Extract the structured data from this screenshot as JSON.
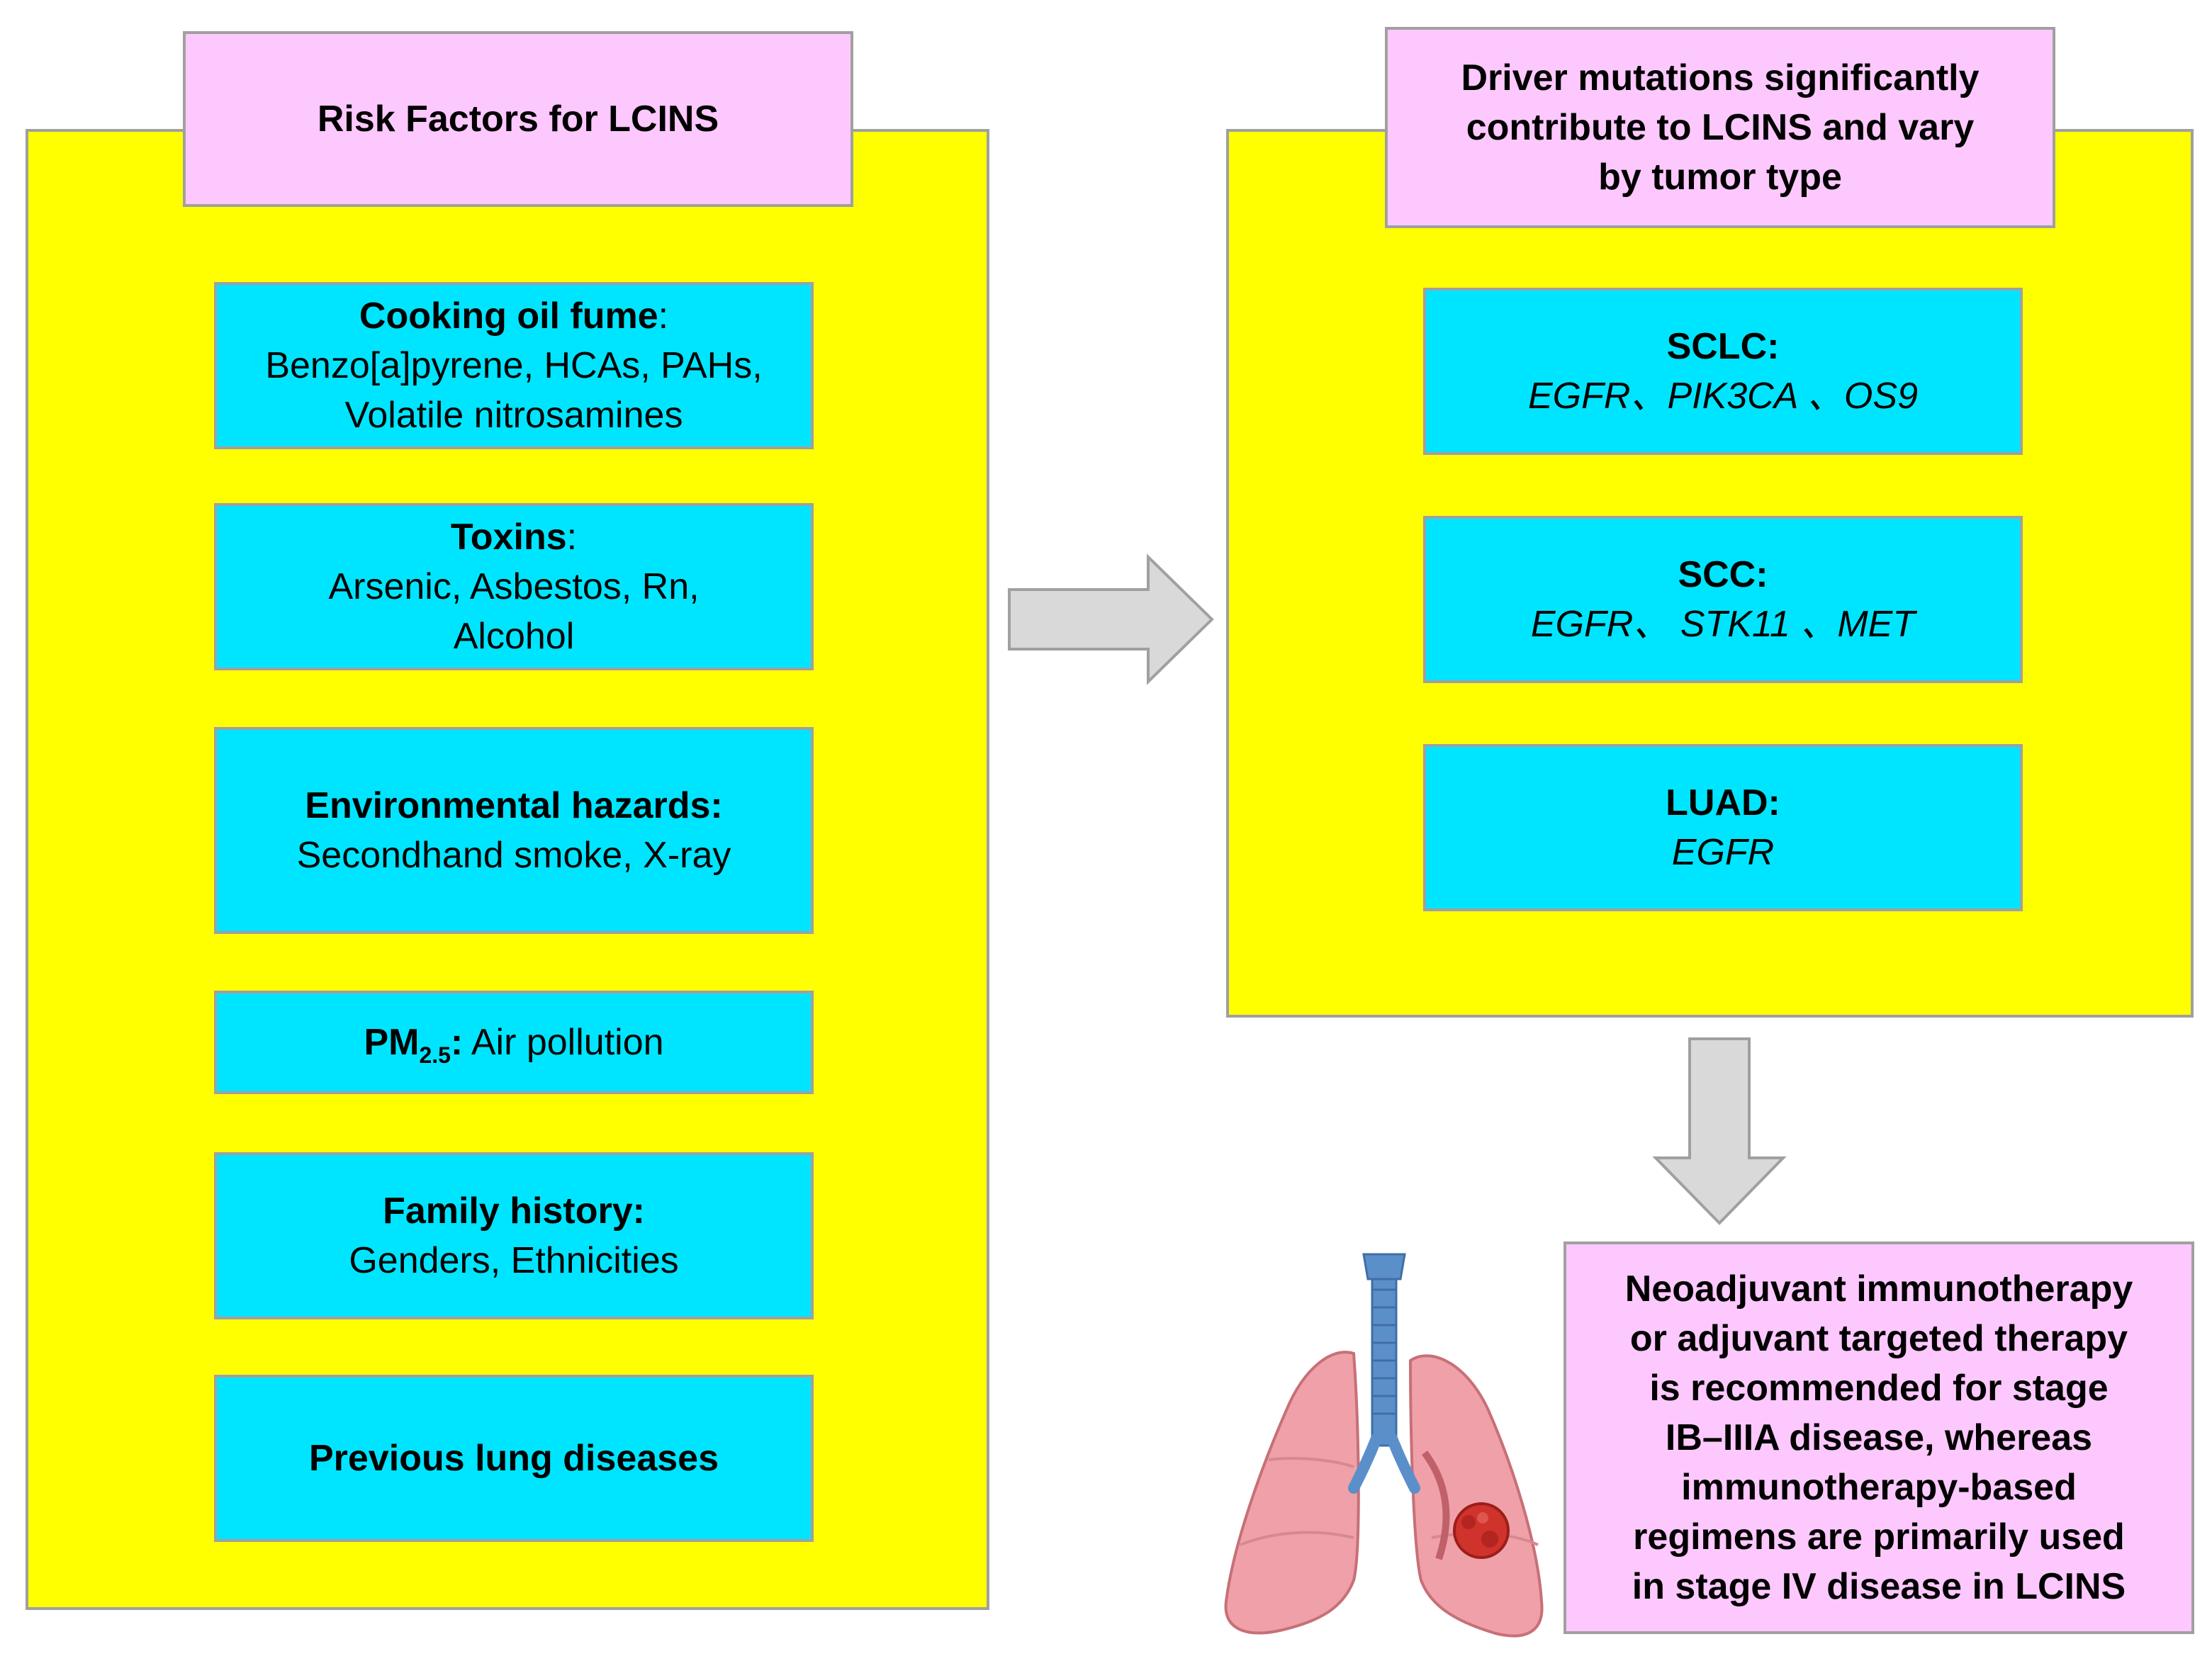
{
  "left": {
    "title": "Risk Factors for LCINS",
    "boxes": [
      {
        "head": "Cooking oil fume",
        "sep": ":",
        "lines": [
          "Benzo[a]pyrene, HCAs, PAHs,",
          "Volatile nitrosamines"
        ]
      },
      {
        "head": "Toxins",
        "sep": ":",
        "lines": [
          "Arsenic, Asbestos, Rn,",
          "Alcohol"
        ]
      },
      {
        "head": "Environmental hazards:",
        "lines": [
          "Secondhand smoke, X-ray"
        ]
      },
      {
        "head": "PM",
        "sub": "2.5",
        "sep": ":",
        "rest": " Air pollution"
      },
      {
        "head": "Family history:",
        "lines": [
          "Genders, Ethnicities"
        ]
      },
      {
        "head": "Previous lung diseases"
      }
    ]
  },
  "right": {
    "title_lines": [
      "Driver mutations significantly",
      "contribute to LCINS and vary",
      "by tumor type"
    ],
    "boxes": [
      {
        "head": "SCLC:",
        "genes": "EGFR、PIK3CA 、OS9"
      },
      {
        "head": "SCC:",
        "genes": "EGFR、 STK11 、MET"
      },
      {
        "head": "LUAD:",
        "genes": "EGFR"
      }
    ]
  },
  "therapy": {
    "lines": [
      "Neoadjuvant immunotherapy",
      "or adjuvant targeted therapy",
      "is recommended for stage",
      "IB–IIIA disease, whereas",
      "immunotherapy-based",
      "regimens are primarily used",
      "in stage IV disease in LCINS"
    ]
  },
  "colors": {
    "panel": "#ffff00",
    "header": "#fdc8fd",
    "box": "#00e5ff",
    "arrow": "#d9d9d9",
    "border": "#a0a0a0",
    "lung": "#f0a0a8",
    "trachea": "#5b8fc9",
    "tumor": "#d0322c"
  },
  "icons": [
    "right-arrow-icon",
    "down-arrow-icon",
    "lungs-icon",
    "tumor-icon"
  ]
}
